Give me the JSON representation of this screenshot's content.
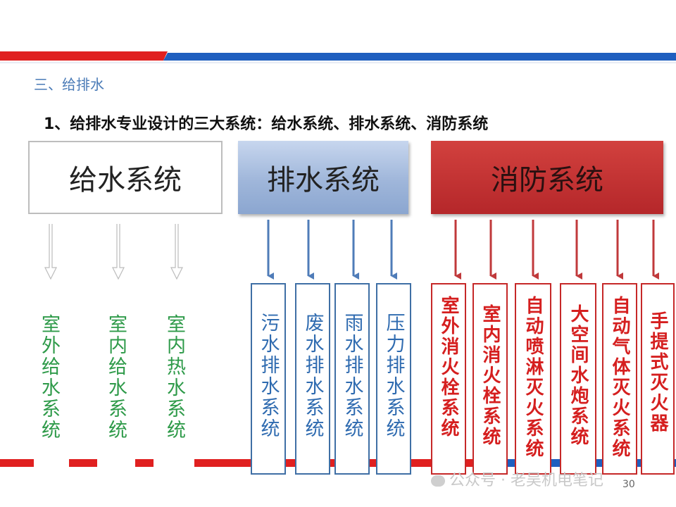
{
  "colors": {
    "accent_red": "#e02020",
    "accent_blue": "#1f5fbf",
    "water_green": "#2e9a49",
    "drain_blue": "#3f6fa5",
    "fire_red": "#c62828"
  },
  "section_title": "三、给排水",
  "slide_title": "1、给排水专业设计的三大系统：给水系统、排水系统、消防系统",
  "systems": [
    {
      "title": "给水系统",
      "items": [
        "室外给水系统",
        "室内给水系统",
        "室内热水系统"
      ]
    },
    {
      "title": "排水系统",
      "items": [
        "污水排水系统",
        "废水排水系统",
        "雨水排水系统",
        "压力排水系统"
      ]
    },
    {
      "title": "消防系统",
      "items": [
        "室外消火栓系统",
        "室内消火栓系统",
        "自动喷淋灭火系统",
        "大空间水炮系统",
        "自动气体灭火系统",
        "手提式灭火器"
      ]
    }
  ],
  "watermark": "公众号 · 老吴机电笔记",
  "page_number": "30"
}
